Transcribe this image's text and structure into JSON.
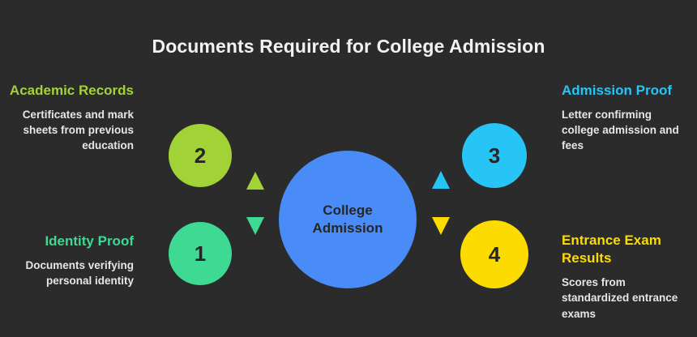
{
  "header": {
    "title": "Documents Required for College Admission"
  },
  "colors": {
    "background": "#2b2b2b",
    "title_text": "#f2f2f2",
    "body_text": "#e6e6e6",
    "node_text": "#262626",
    "hub_blue": "#4a8cf7",
    "green": "#a2d336",
    "emerald": "#3ed992",
    "cyan": "#27c5f6",
    "yellow": "#fcdc00"
  },
  "hub": {
    "label": "College Admission",
    "color": "#4a8cf7"
  },
  "nodes": [
    {
      "number": "1",
      "color": "#3ed992",
      "position": "left-bottom"
    },
    {
      "number": "2",
      "color": "#a2d336",
      "position": "left-top"
    },
    {
      "number": "3",
      "color": "#27c5f6",
      "position": "right-top"
    },
    {
      "number": "4",
      "color": "#fcdc00",
      "position": "right-bottom"
    }
  ],
  "connectors": [
    {
      "name": "left-up-arrow",
      "direction": "up",
      "color": "#a2d336"
    },
    {
      "name": "left-down-arrow",
      "direction": "down",
      "color": "#3ed992"
    },
    {
      "name": "right-up-arrow",
      "direction": "up",
      "color": "#27c5f6"
    },
    {
      "name": "right-down-arrow",
      "direction": "down",
      "color": "#fcdc00"
    }
  ],
  "items": {
    "academic_records": {
      "title": "Academic Records",
      "description": "Certificates and mark sheets from previous education",
      "color": "#a2d336",
      "number": "2"
    },
    "identity_proof": {
      "title": "Identity Proof",
      "description": "Documents verifying personal identity",
      "color": "#3ed992",
      "number": "1"
    },
    "admission_proof": {
      "title": "Admission Proof",
      "description": "Letter confirming college admission and fees",
      "color": "#27c5f6",
      "number": "3"
    },
    "entrance_exam_results": {
      "title": "Entrance Exam Results",
      "description": "Scores from standardized entrance exams",
      "color": "#fcdc00",
      "number": "4"
    }
  },
  "chart_data": {
    "type": "diagram",
    "title": "Documents Required for College Admission",
    "center": "College Admission",
    "categories": [
      "Identity Proof",
      "Academic Records",
      "Admission Proof",
      "Entrance Exam Results"
    ],
    "values": [
      1,
      2,
      3,
      4
    ],
    "legend": []
  }
}
